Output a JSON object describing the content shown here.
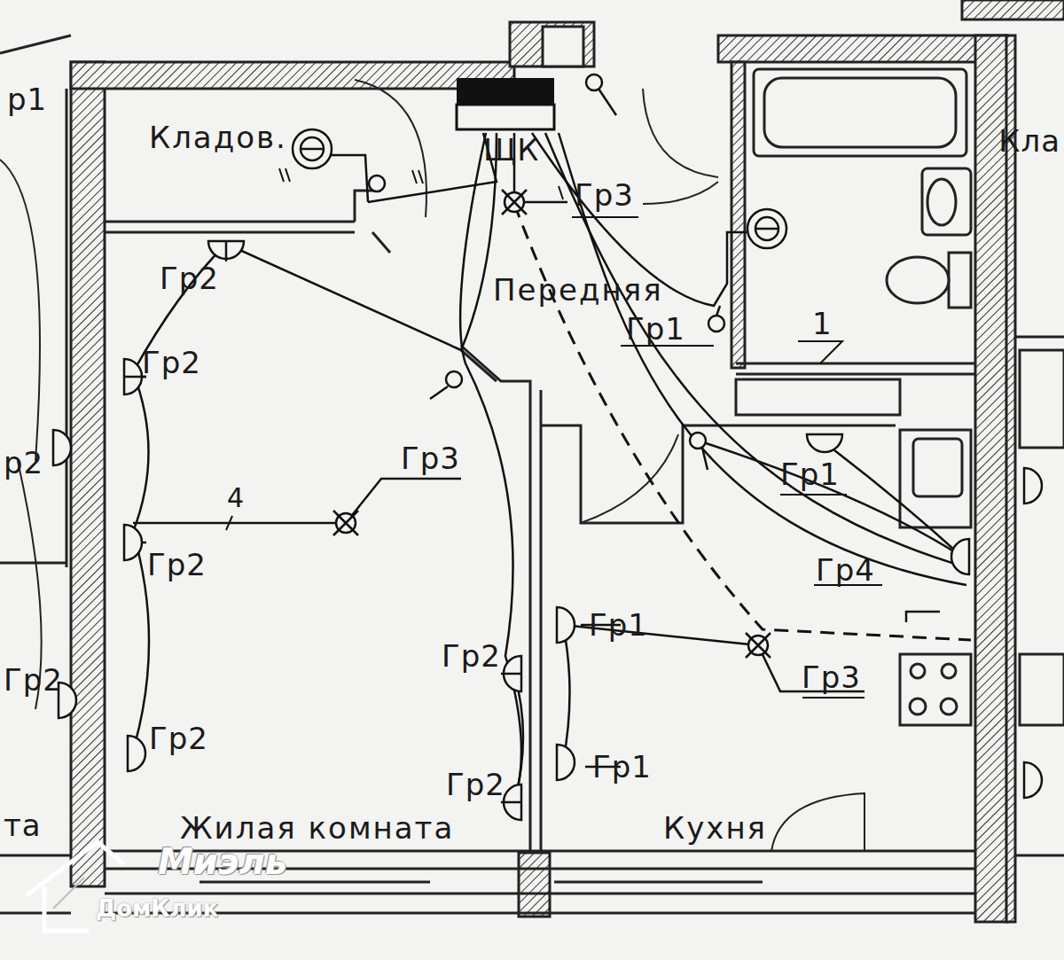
{
  "diagram": {
    "labels": [
      "р1",
      "Кладов.",
      "ЩК",
      "Гр3",
      "Передняя",
      "Гр2",
      "Гр2",
      "Гр1",
      "1",
      "Кла",
      "р2",
      "Гр1",
      "Гр3",
      "4",
      "Гр2",
      "Гр4",
      "Гр1",
      "Гр2",
      "Гр3",
      "Гр2",
      "Гр2",
      "Гр1",
      "Гр2",
      "та",
      "Жилая комната",
      "Кухня",
      "Миэль",
      "ДомКлик"
    ]
  }
}
